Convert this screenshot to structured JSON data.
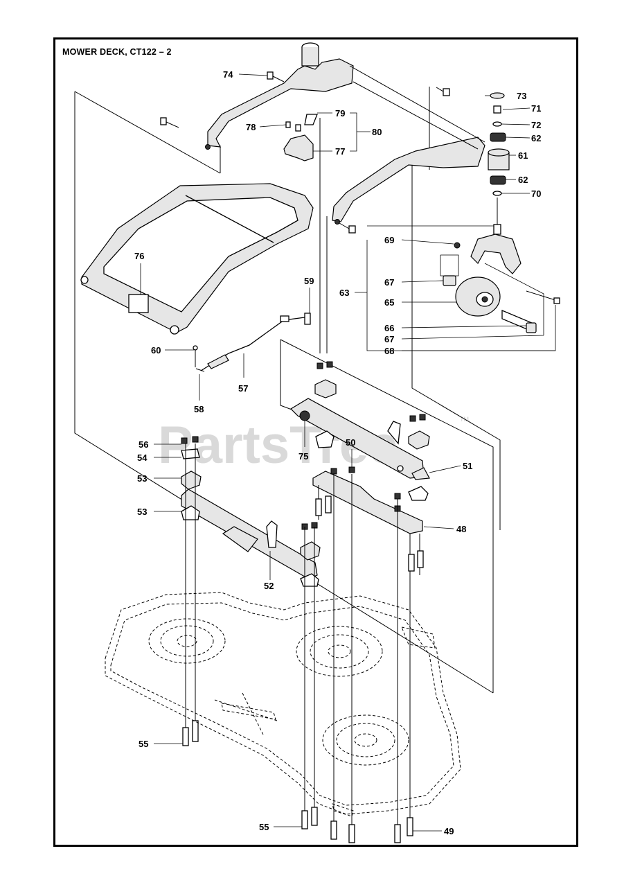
{
  "title": "MOWER DECK, CT122 – 2",
  "watermark": "PartsTree",
  "watermark_tm": "TM",
  "callouts": [
    {
      "id": "c74",
      "label": "74"
    },
    {
      "id": "c73",
      "label": "73"
    },
    {
      "id": "c71",
      "label": "71"
    },
    {
      "id": "c72",
      "label": "72"
    },
    {
      "id": "c62a",
      "label": "62"
    },
    {
      "id": "c61",
      "label": "61"
    },
    {
      "id": "c62b",
      "label": "62"
    },
    {
      "id": "c70",
      "label": "70"
    },
    {
      "id": "c79",
      "label": "79"
    },
    {
      "id": "c78",
      "label": "78"
    },
    {
      "id": "c80",
      "label": "80"
    },
    {
      "id": "c77",
      "label": "77"
    },
    {
      "id": "c69",
      "label": "69"
    },
    {
      "id": "c76",
      "label": "76"
    },
    {
      "id": "c59",
      "label": "59"
    },
    {
      "id": "c63",
      "label": "63"
    },
    {
      "id": "c67a",
      "label": "67"
    },
    {
      "id": "c65",
      "label": "65"
    },
    {
      "id": "c66",
      "label": "66"
    },
    {
      "id": "c67b",
      "label": "67"
    },
    {
      "id": "c68",
      "label": "68"
    },
    {
      "id": "c60",
      "label": "60"
    },
    {
      "id": "c57",
      "label": "57"
    },
    {
      "id": "c58",
      "label": "58"
    },
    {
      "id": "c56",
      "label": "56"
    },
    {
      "id": "c54",
      "label": "54"
    },
    {
      "id": "c75",
      "label": "75"
    },
    {
      "id": "c50",
      "label": "50"
    },
    {
      "id": "c51",
      "label": "51"
    },
    {
      "id": "c53a",
      "label": "53"
    },
    {
      "id": "c53b",
      "label": "53"
    },
    {
      "id": "c48",
      "label": "48"
    },
    {
      "id": "c52",
      "label": "52"
    },
    {
      "id": "c55a",
      "label": "55"
    },
    {
      "id": "c55b",
      "label": "55"
    },
    {
      "id": "c49",
      "label": "49"
    }
  ]
}
